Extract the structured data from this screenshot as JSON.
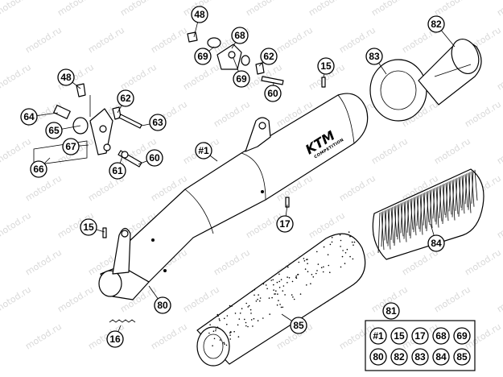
{
  "watermark": "motod.ru",
  "logo": {
    "brand": "KTM",
    "subtitle": "COMPETITION"
  },
  "callouts": [
    {
      "label": "48"
    },
    {
      "label": "68"
    },
    {
      "label": "69"
    },
    {
      "label": "62"
    },
    {
      "label": "69"
    },
    {
      "label": "60"
    },
    {
      "label": "82"
    },
    {
      "label": "83"
    },
    {
      "label": "15"
    },
    {
      "label": "48"
    },
    {
      "label": "62"
    },
    {
      "label": "63"
    },
    {
      "label": "64"
    },
    {
      "label": "65"
    },
    {
      "label": "67"
    },
    {
      "label": "66"
    },
    {
      "label": "60"
    },
    {
      "label": "61"
    },
    {
      "label": "#1"
    },
    {
      "label": "17"
    },
    {
      "label": "15"
    },
    {
      "label": "84"
    },
    {
      "label": "80"
    },
    {
      "label": "16"
    },
    {
      "label": "85"
    },
    {
      "label": "81"
    }
  ],
  "kit": {
    "label": "81",
    "items": [
      "#1",
      "15",
      "17",
      "68",
      "69",
      "80",
      "82",
      "83",
      "84",
      "85"
    ]
  }
}
